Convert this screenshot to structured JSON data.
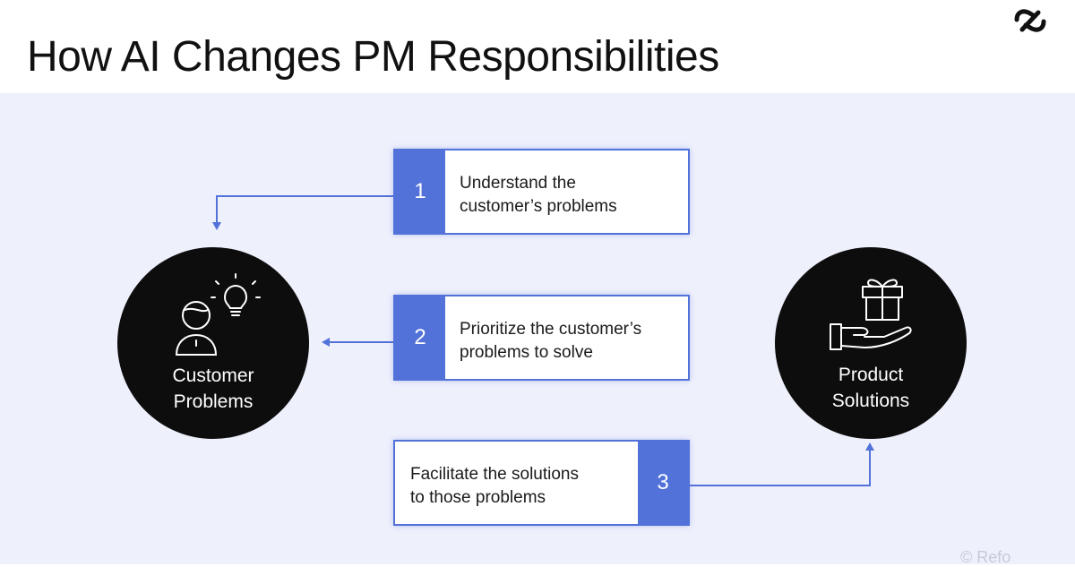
{
  "header": {
    "title": "How AI Changes PM Responsibilities",
    "logo_icon": "reforge-logo-icon"
  },
  "nodes": {
    "customer": {
      "line1": "Customer",
      "line2": "Problems",
      "icon": "person-lightbulb-icon"
    },
    "product": {
      "line1": "Product",
      "line2": "Solutions",
      "icon": "gift-hand-icon"
    }
  },
  "steps": [
    {
      "number": "1",
      "line1": "Understand the",
      "line2": "customer’s problems"
    },
    {
      "number": "2",
      "line1": "Prioritize the customer’s",
      "line2": "problems to solve"
    },
    {
      "number": "3",
      "line1": "Facilitate the solutions",
      "line2": "to those problems"
    }
  ],
  "watermark": "© Refo",
  "colors": {
    "accent": "#5272d9",
    "background": "#eef0fc",
    "circle": "#0d0d0d"
  }
}
